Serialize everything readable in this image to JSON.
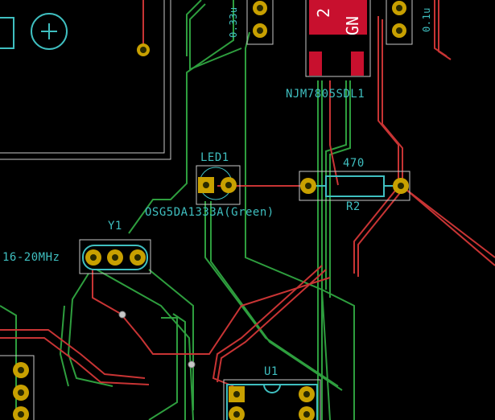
{
  "components": {
    "led": {
      "reference": "LED1",
      "value": "OSG5DA1333A(Green)"
    },
    "crystal": {
      "reference": "Y1",
      "value": "16-20MHz"
    },
    "resistor": {
      "reference": "R2",
      "value": "470"
    },
    "regulator": {
      "value": "NJM7805SDL1",
      "pin_text_1": "2",
      "pin_text_2": "GN"
    },
    "ic": {
      "reference": "U1"
    },
    "cap_left": {
      "value": "0.33u"
    },
    "cap_right": {
      "value": "0.1u"
    }
  },
  "colors": {
    "background": "#000000",
    "front_copper": "#c83434",
    "back_copper": "#2e9e3e",
    "silkscreen": "#3fbfc0",
    "courtyard": "#c8c8c8",
    "pad_copper": "#c8a000",
    "pad_hole": "#2a2a00",
    "smd_pad": "#c8102e"
  }
}
